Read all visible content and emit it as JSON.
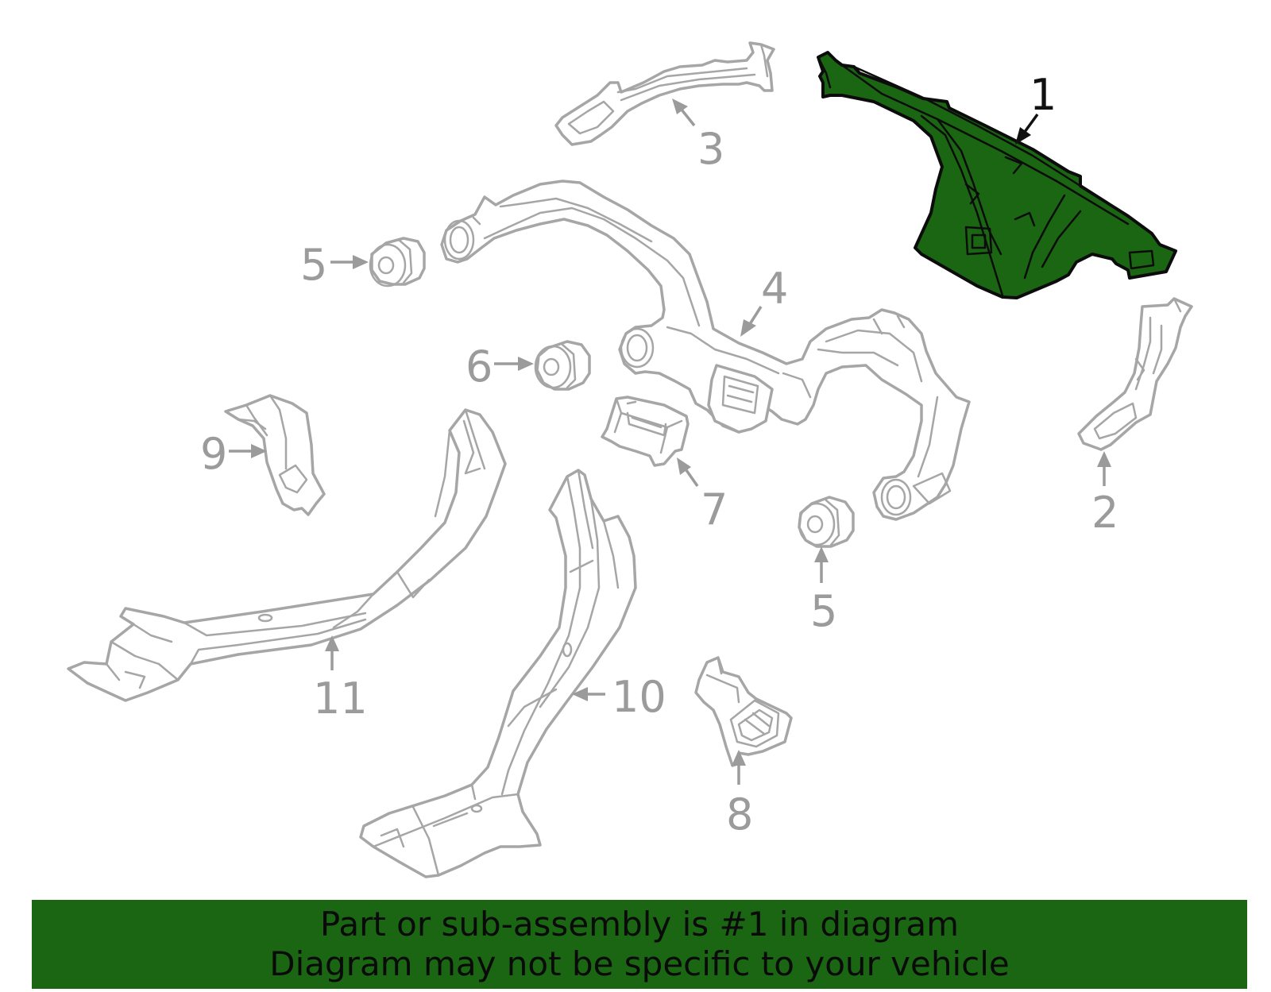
{
  "callouts": {
    "c1": "1",
    "c2": "2",
    "c3": "3",
    "c4": "4",
    "c5a": "5",
    "c5b": "5",
    "c6": "6",
    "c7": "7",
    "c8": "8",
    "c9": "9",
    "c10": "10",
    "c11": "11"
  },
  "highlight": {
    "part": "1",
    "color": "#1a6612"
  },
  "banner": {
    "line1": "Part or sub-assembly is #1 in diagram",
    "line2": "Diagram may not be specific to your vehicle",
    "color": "#1a6612"
  }
}
